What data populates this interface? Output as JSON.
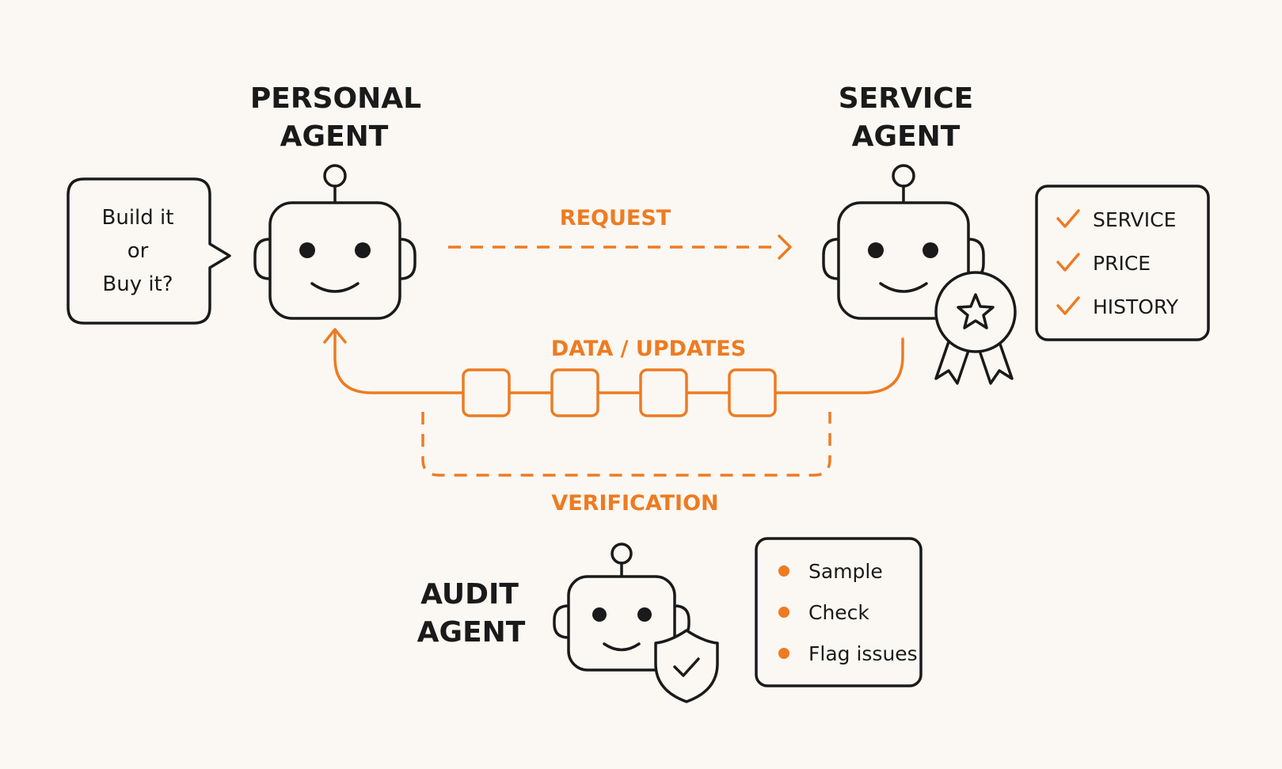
{
  "personal_agent": {
    "title_line1": "PERSONAL",
    "title_line2": "AGENT",
    "speech_line1": "Build it",
    "speech_line2": "or",
    "speech_line3": "Buy it?"
  },
  "service_agent": {
    "title_line1": "SERVICE",
    "title_line2": "AGENT",
    "checklist": [
      "SERVICE",
      "PRICE",
      "HISTORY"
    ]
  },
  "audit_agent": {
    "title_line1": "AUDIT",
    "title_line2": "AGENT",
    "tasks": [
      "Sample",
      "Check",
      "Flag issues"
    ]
  },
  "flows": {
    "request": "REQUEST",
    "data_updates": "DATA / UPDATES",
    "verification": "VERIFICATION"
  },
  "colors": {
    "accent": "#ee7b22",
    "ink": "#1a1a1a",
    "background": "#fbf8f3"
  },
  "icons": [
    "robot-icon",
    "award-ribbon-icon",
    "star-icon",
    "shield-check-icon",
    "checkmark-icon",
    "bullet-dot-icon",
    "arrow-right-icon",
    "arrow-up-icon"
  ]
}
